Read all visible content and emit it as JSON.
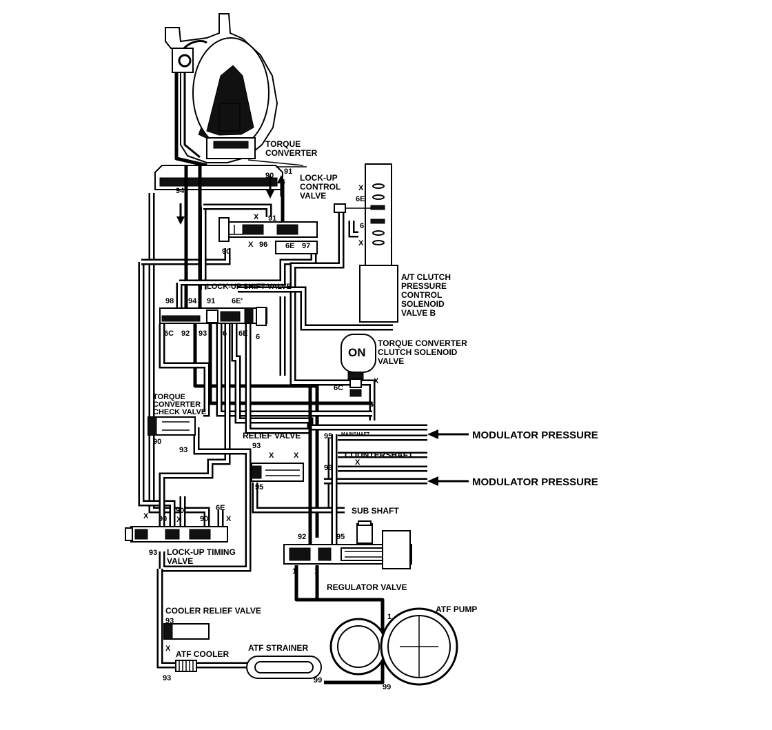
{
  "labels": {
    "torque_converter": [
      "TORQUE",
      "CONVERTER"
    ],
    "lockup_control_valve": [
      "LOCK-UP",
      "CONTROL",
      "VALVE"
    ],
    "lockup_shift_valve": "LOCK-UP SHIFT VALVE",
    "at_clutch_solenoid": [
      "A/T CLUTCH",
      "PRESSURE",
      "CONTROL",
      "SOLENOID",
      "VALVE B"
    ],
    "tc_clutch_solenoid": [
      "TORQUE CONVERTER",
      "CLUTCH SOLENOID",
      "VALVE"
    ],
    "solenoid_state": "ON",
    "tc_check_valve": [
      "TORQUE",
      "CONVERTER",
      "CHECK VALVE"
    ],
    "relief_valve": "RELIEF VALVE",
    "mainshaft": "MAINSHAFT",
    "countershaft": "COUNTERSHAFT",
    "sub_shaft": "SUB SHAFT",
    "modulator_pressure_1": "MODULATOR PRESSURE",
    "modulator_pressure_2": "MODULATOR PRESSURE",
    "lockup_timing_valve": [
      "LOCK-UP TIMING",
      "VALVE"
    ],
    "regulator_valve": "REGULATOR VALVE",
    "cooler_relief_valve": "COOLER RELIEF VALVE",
    "atf_cooler": "ATF COOLER",
    "atf_strainer": "ATF STRAINER",
    "atf_pump": "ATF PUMP"
  },
  "ports": {
    "p90_top": "90",
    "p91_top": "91",
    "p94_top": "94",
    "x_lcv_a": "X",
    "x_lcv_b": "X",
    "p91_lcv": "91",
    "p96_lcv": "96",
    "p90_lcv": "90",
    "p6e_lcv": "6E",
    "p97_lcv": "97",
    "x_sol_1": "X",
    "p6e_sol": "6E",
    "p6_sol": "6",
    "x_sol_2": "X",
    "p98_lsv": "98",
    "p94_lsv": "94",
    "p91_lsv": "91",
    "p6e_prime": "6E'",
    "p6c_lsv": "6C",
    "p92_lsv": "92",
    "p93_lsv": "93",
    "p6_lsv_a": "6",
    "p6e_lsv": "6E",
    "p6_lsv_b": "6",
    "p6c_tcs": "6C",
    "x_tcs": "X",
    "p6_tcs": "6",
    "p90_check": "90",
    "p93_check": "93",
    "p93_relief": "93",
    "x_relief_a": "X",
    "x_relief_b": "X",
    "p95_relief": "95",
    "p95_shaft": "95",
    "x_shaft": "X",
    "p99_shaft": "99",
    "x_ltv_a": "X",
    "p90_ltv_a": "90",
    "p90_ltv_b": "90",
    "x_ltv_b": "X",
    "p90_ltv_c": "90",
    "p90_ltv_d": "90",
    "p6e_ltv": "6E",
    "x_ltv_c": "X",
    "p93_ltv": "93",
    "p92_reg": "92",
    "p95_reg": "95",
    "p1_reg_a": "1",
    "p1_reg_b": "1",
    "p1_pump": "1",
    "p93_cooler": "93",
    "x_cooler": "X",
    "p93_cool_out": "93",
    "p99_strainer": "99",
    "p99_pump": "99"
  },
  "colors": {
    "line": "#000000",
    "background": "#ffffff"
  }
}
